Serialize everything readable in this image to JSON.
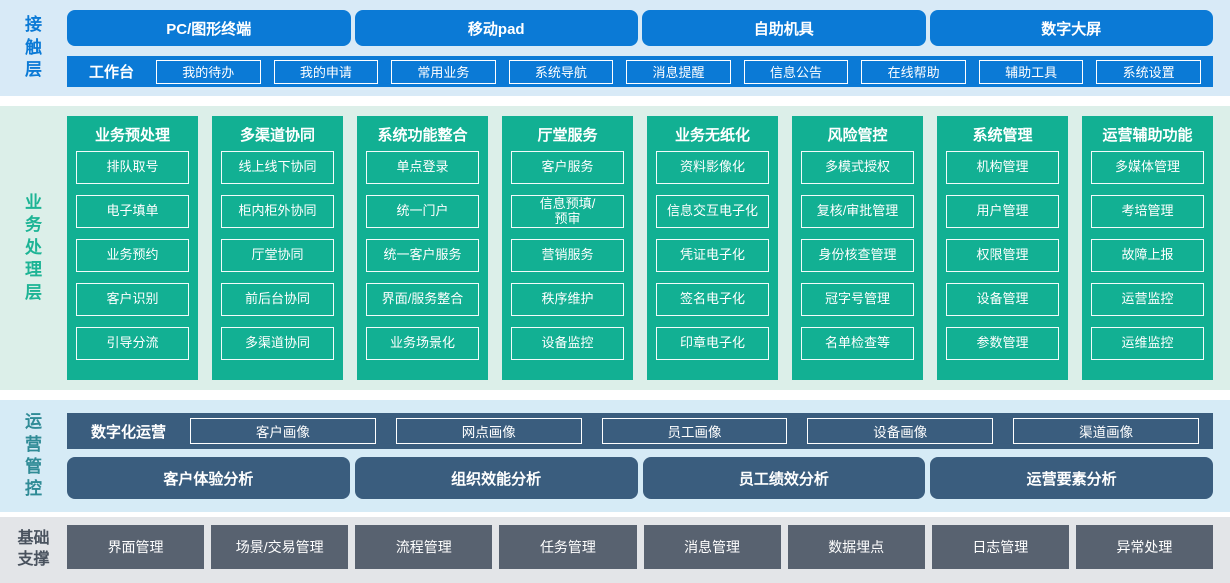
{
  "colors": {
    "primary_blue": "#0b7ad6",
    "teal_green": "#12b093",
    "slate_blue": "#3a5d7e",
    "gray": "#586270",
    "band_contact_bg": "#d8eaf7",
    "band_business_bg": "#dcefe9",
    "band_ops_bg": "#d6ebf6",
    "band_base_bg": "#e3e5e8"
  },
  "contact": {
    "label": "接触层",
    "terminals": [
      "PC/图形终端",
      "移动pad",
      "自助机具",
      "数字大屏"
    ],
    "workbench": {
      "label": "工作台",
      "items": [
        "我的待办",
        "我的申请",
        "常用业务",
        "系统导航",
        "消息提醒",
        "信息公告",
        "在线帮助",
        "辅助工具",
        "系统设置"
      ]
    }
  },
  "business": {
    "label": "业务处理层",
    "columns": [
      {
        "title": "业务预处理",
        "items": [
          "排队取号",
          "电子填单",
          "业务预约",
          "客户识别",
          "引导分流"
        ]
      },
      {
        "title": "多渠道协同",
        "items": [
          "线上线下协同",
          "柜内柜外协同",
          "厅堂协同",
          "前后台协同",
          "多渠道协同"
        ]
      },
      {
        "title": "系统功能整合",
        "items": [
          "单点登录",
          "统一门户",
          "统一客户服务",
          "界面/服务整合",
          "业务场景化"
        ]
      },
      {
        "title": "厅堂服务",
        "items": [
          "客户服务",
          "信息预填/\n预审",
          "营销服务",
          "秩序维护",
          "设备监控"
        ]
      },
      {
        "title": "业务无纸化",
        "items": [
          "资料影像化",
          "信息交互电子化",
          "凭证电子化",
          "签名电子化",
          "印章电子化"
        ]
      },
      {
        "title": "风险管控",
        "items": [
          "多模式授权",
          "复核/审批管理",
          "身份核查管理",
          "冠字号管理",
          "名单检查等"
        ]
      },
      {
        "title": "系统管理",
        "items": [
          "机构管理",
          "用户管理",
          "权限管理",
          "设备管理",
          "参数管理"
        ]
      },
      {
        "title": "运营辅助功能",
        "items": [
          "多媒体管理",
          "考培管理",
          "故障上报",
          "运营监控",
          "运维监控"
        ]
      }
    ]
  },
  "operations": {
    "label": "运营管控",
    "digital": {
      "label": "数字化运营",
      "items": [
        "客户画像",
        "网点画像",
        "员工画像",
        "设备画像",
        "渠道画像"
      ]
    },
    "analysis": [
      "客户体验分析",
      "组织效能分析",
      "员工绩效分析",
      "运营要素分析"
    ]
  },
  "foundation": {
    "label": "基础支撑",
    "items": [
      "界面管理",
      "场景/交易管理",
      "流程管理",
      "任务管理",
      "消息管理",
      "数据埋点",
      "日志管理",
      "异常处理"
    ]
  }
}
